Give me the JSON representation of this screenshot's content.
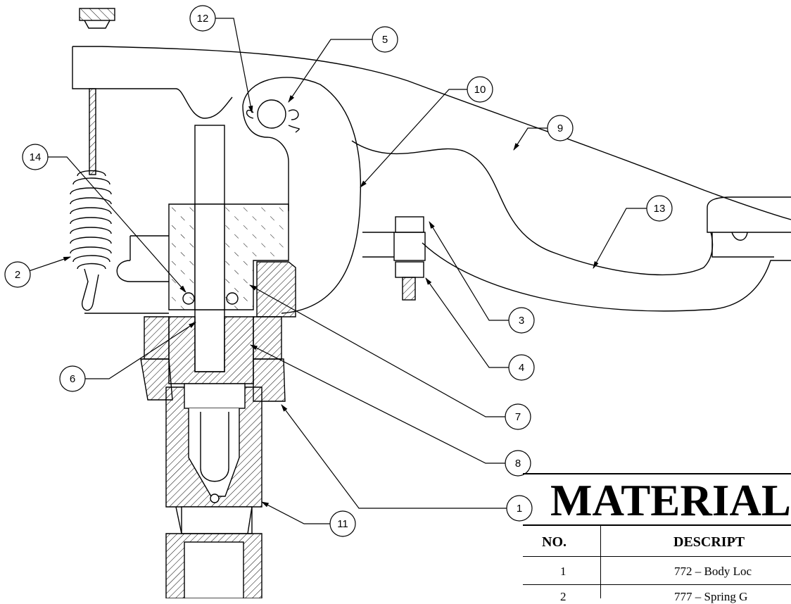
{
  "callouts": [
    "1",
    "2",
    "3",
    "4",
    "5",
    "6",
    "7",
    "8",
    "9",
    "10",
    "11",
    "12",
    "13",
    "14"
  ],
  "materials_table": {
    "title": "MATERIAL",
    "headers": {
      "no": "NO.",
      "description": "DESCRIPT"
    },
    "rows": [
      {
        "no": "1",
        "description": "772 – Body Loc"
      },
      {
        "no": "2",
        "description": "777 – Spring G"
      }
    ]
  }
}
